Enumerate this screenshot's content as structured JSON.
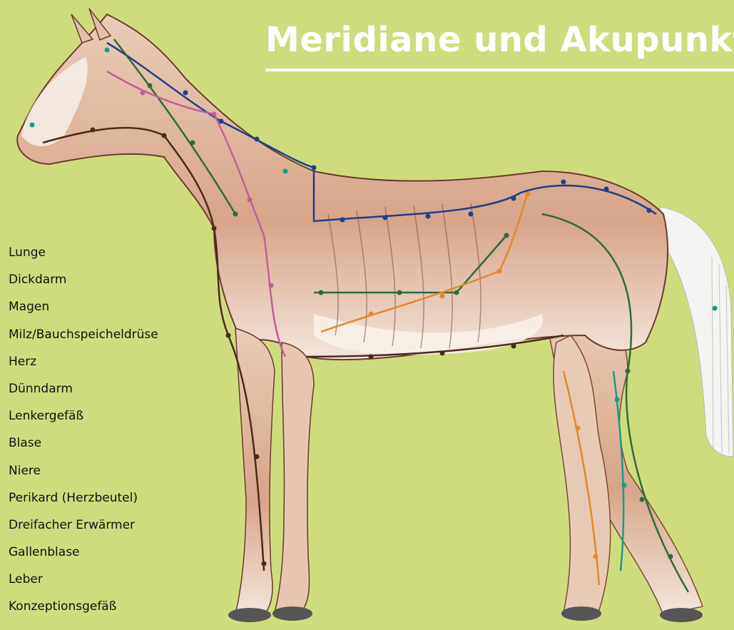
{
  "title": "Meridiane und Akupunkt",
  "legend": [
    "Lunge",
    "Dickdarm",
    "Magen",
    "Milz/Bauchspeicheldrüse",
    "Herz",
    "Dünndarm",
    "Lenkergefäß",
    "Blase",
    "Niere",
    "Perikard (Herzbeutel)",
    "Dreifacher Erwärmer",
    "Gallenblase",
    "Leber",
    "Konzeptionsgefäß"
  ],
  "colors": {
    "background": "#cfdc7d",
    "title": "#ffffff",
    "meridian_blue": "#1f3f8a",
    "meridian_green": "#2e6b3c",
    "meridian_brown": "#4a2a1a",
    "meridian_orange": "#e08a2a",
    "meridian_pink": "#c0609a",
    "meridian_teal": "#1a9a8a"
  }
}
